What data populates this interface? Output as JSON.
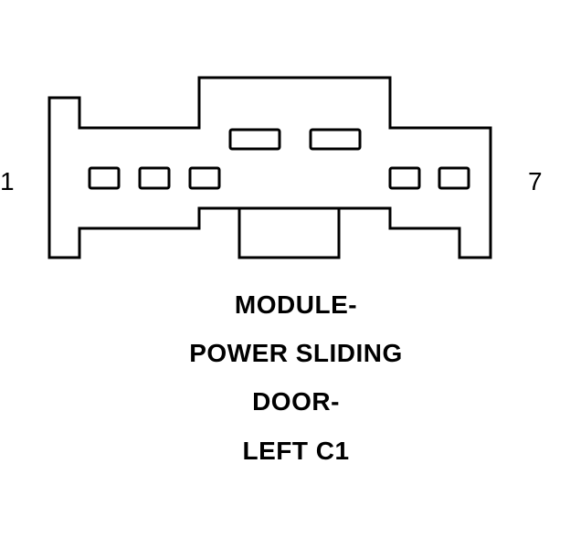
{
  "pins": {
    "first": "1",
    "last": "7"
  },
  "title_lines": [
    "MODULE-",
    "POWER SLIDING",
    "DOOR-",
    "LEFT C1"
  ],
  "colors": {
    "stroke": "#000000",
    "background": "#ffffff"
  }
}
